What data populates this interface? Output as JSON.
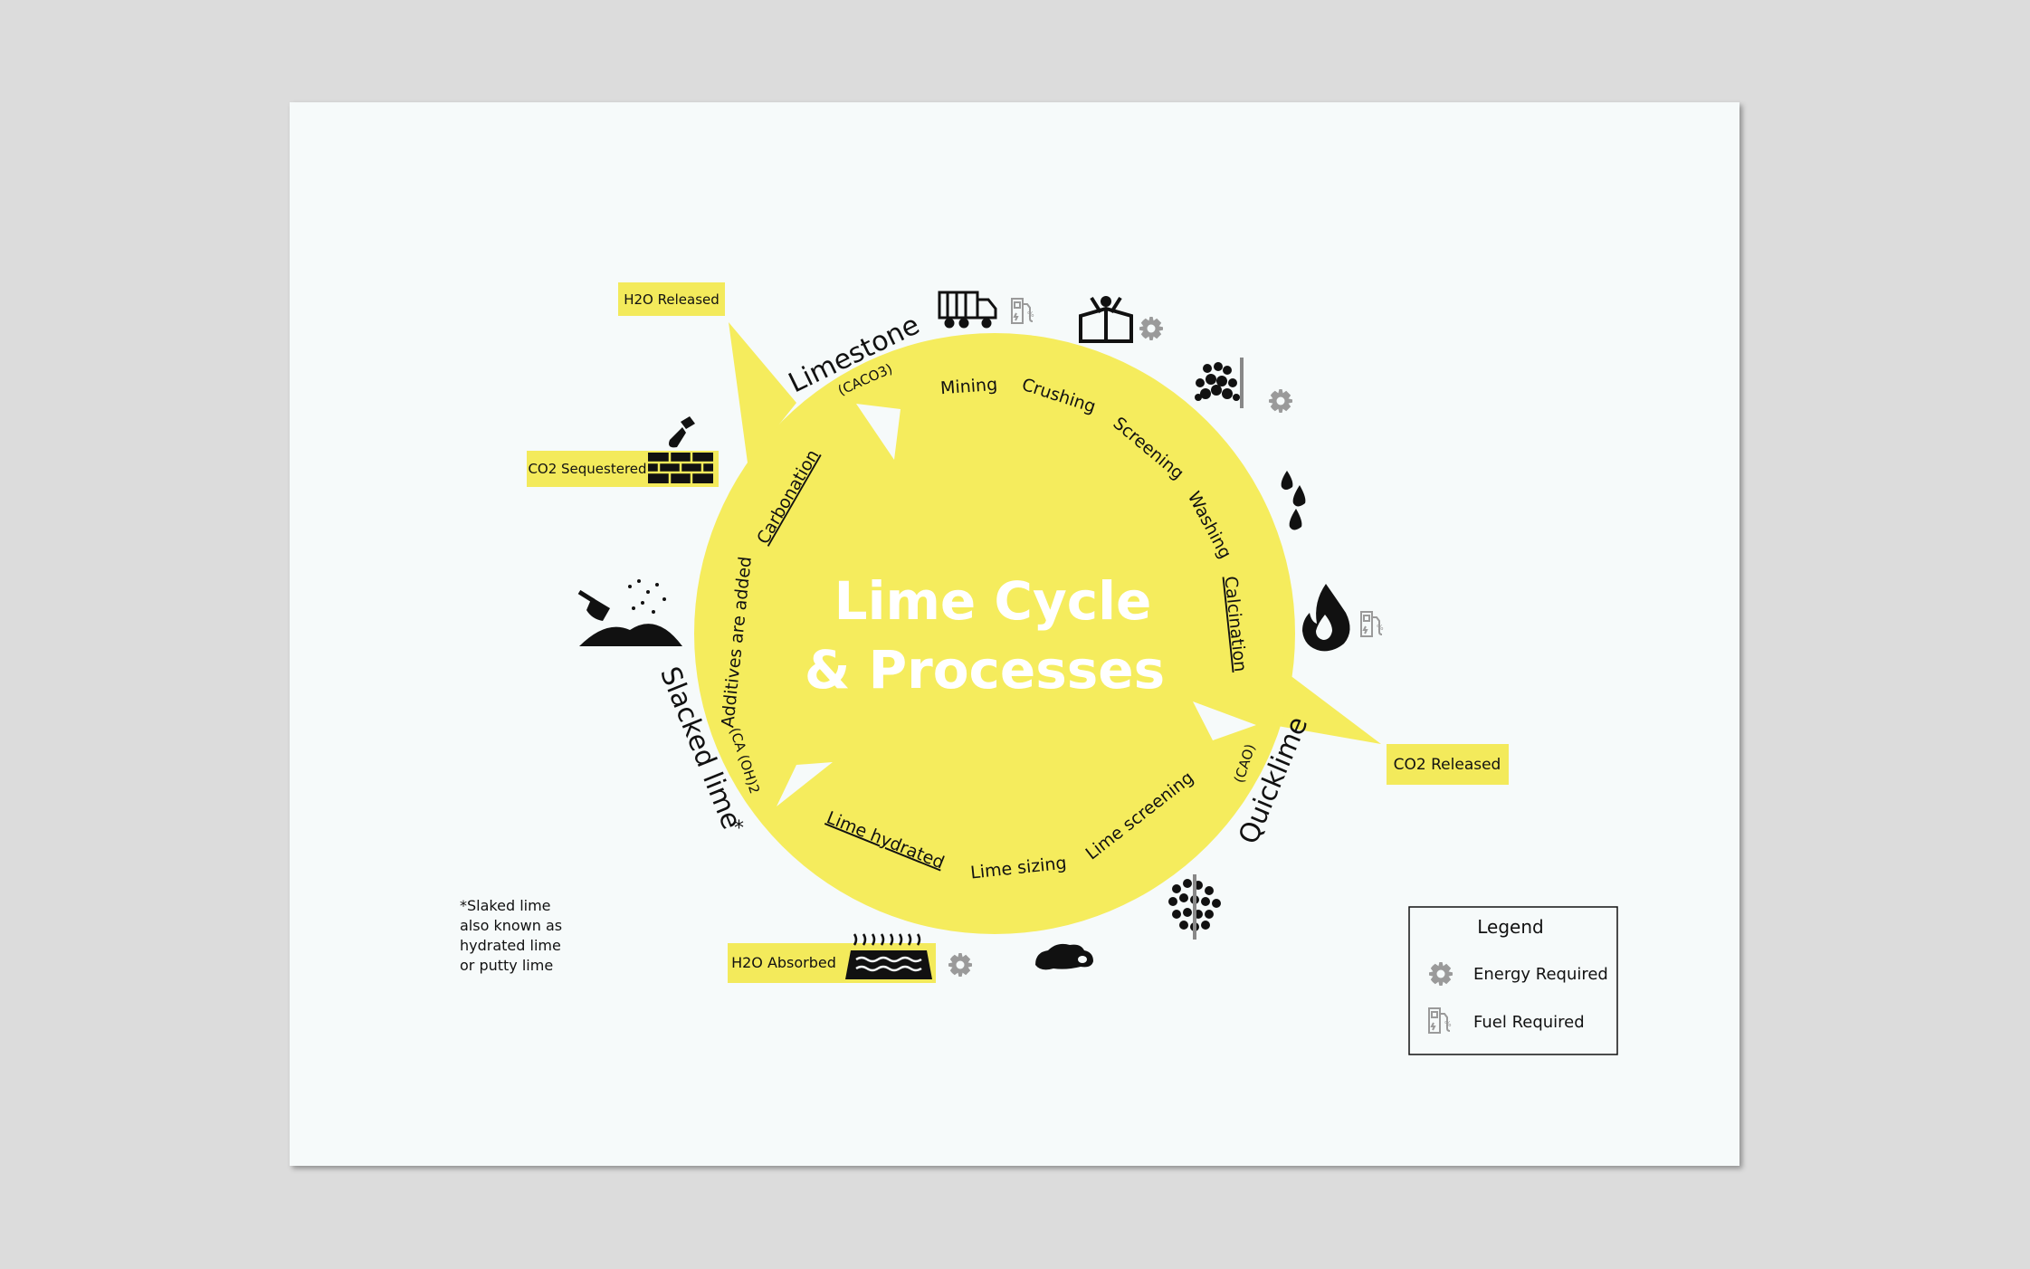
{
  "title_line1": "Lime Cycle",
  "title_line2": "& Processes",
  "stages": {
    "limestone": "Limestone",
    "limestone_formula": "(CACO3)",
    "quicklime": "Quicklime",
    "quicklime_formula": "(CAO)",
    "slaked": "Slacked lime",
    "slaked_star": "*",
    "slaked_formula": "(CA (OH)2"
  },
  "processes": {
    "mining": "Mining",
    "crushing": "Crushing",
    "screening": "Screening",
    "washing": "Washing",
    "calcination": "Calcination",
    "lime_screening": "Lime screening",
    "lime_sizing": "Lime sizing",
    "lime_hydrated": "Lime hydrated",
    "additives": "Additives are added",
    "carbonation": "Carbonation"
  },
  "callouts": {
    "h2o_released": "H2O Released",
    "co2_sequestered": "CO2 Sequestered",
    "co2_released": "CO2 Released",
    "h2o_absorbed": "H2O Absorbed"
  },
  "footnote": [
    "*Slaked lime",
    "also known as",
    "hydrated lime",
    "or putty lime"
  ],
  "legend": {
    "title": "Legend",
    "items": [
      {
        "icon": "gear-icon",
        "label": "Energy Required"
      },
      {
        "icon": "fuel-pump-icon",
        "label": "Fuel Required"
      }
    ]
  },
  "colors": {
    "yellow": "#f5ec5d",
    "callout": "#f3ea5b",
    "icon": "#111111",
    "gear": "#9a9a9a",
    "paper": "#f6fafa",
    "background": "#dcdcdc"
  }
}
